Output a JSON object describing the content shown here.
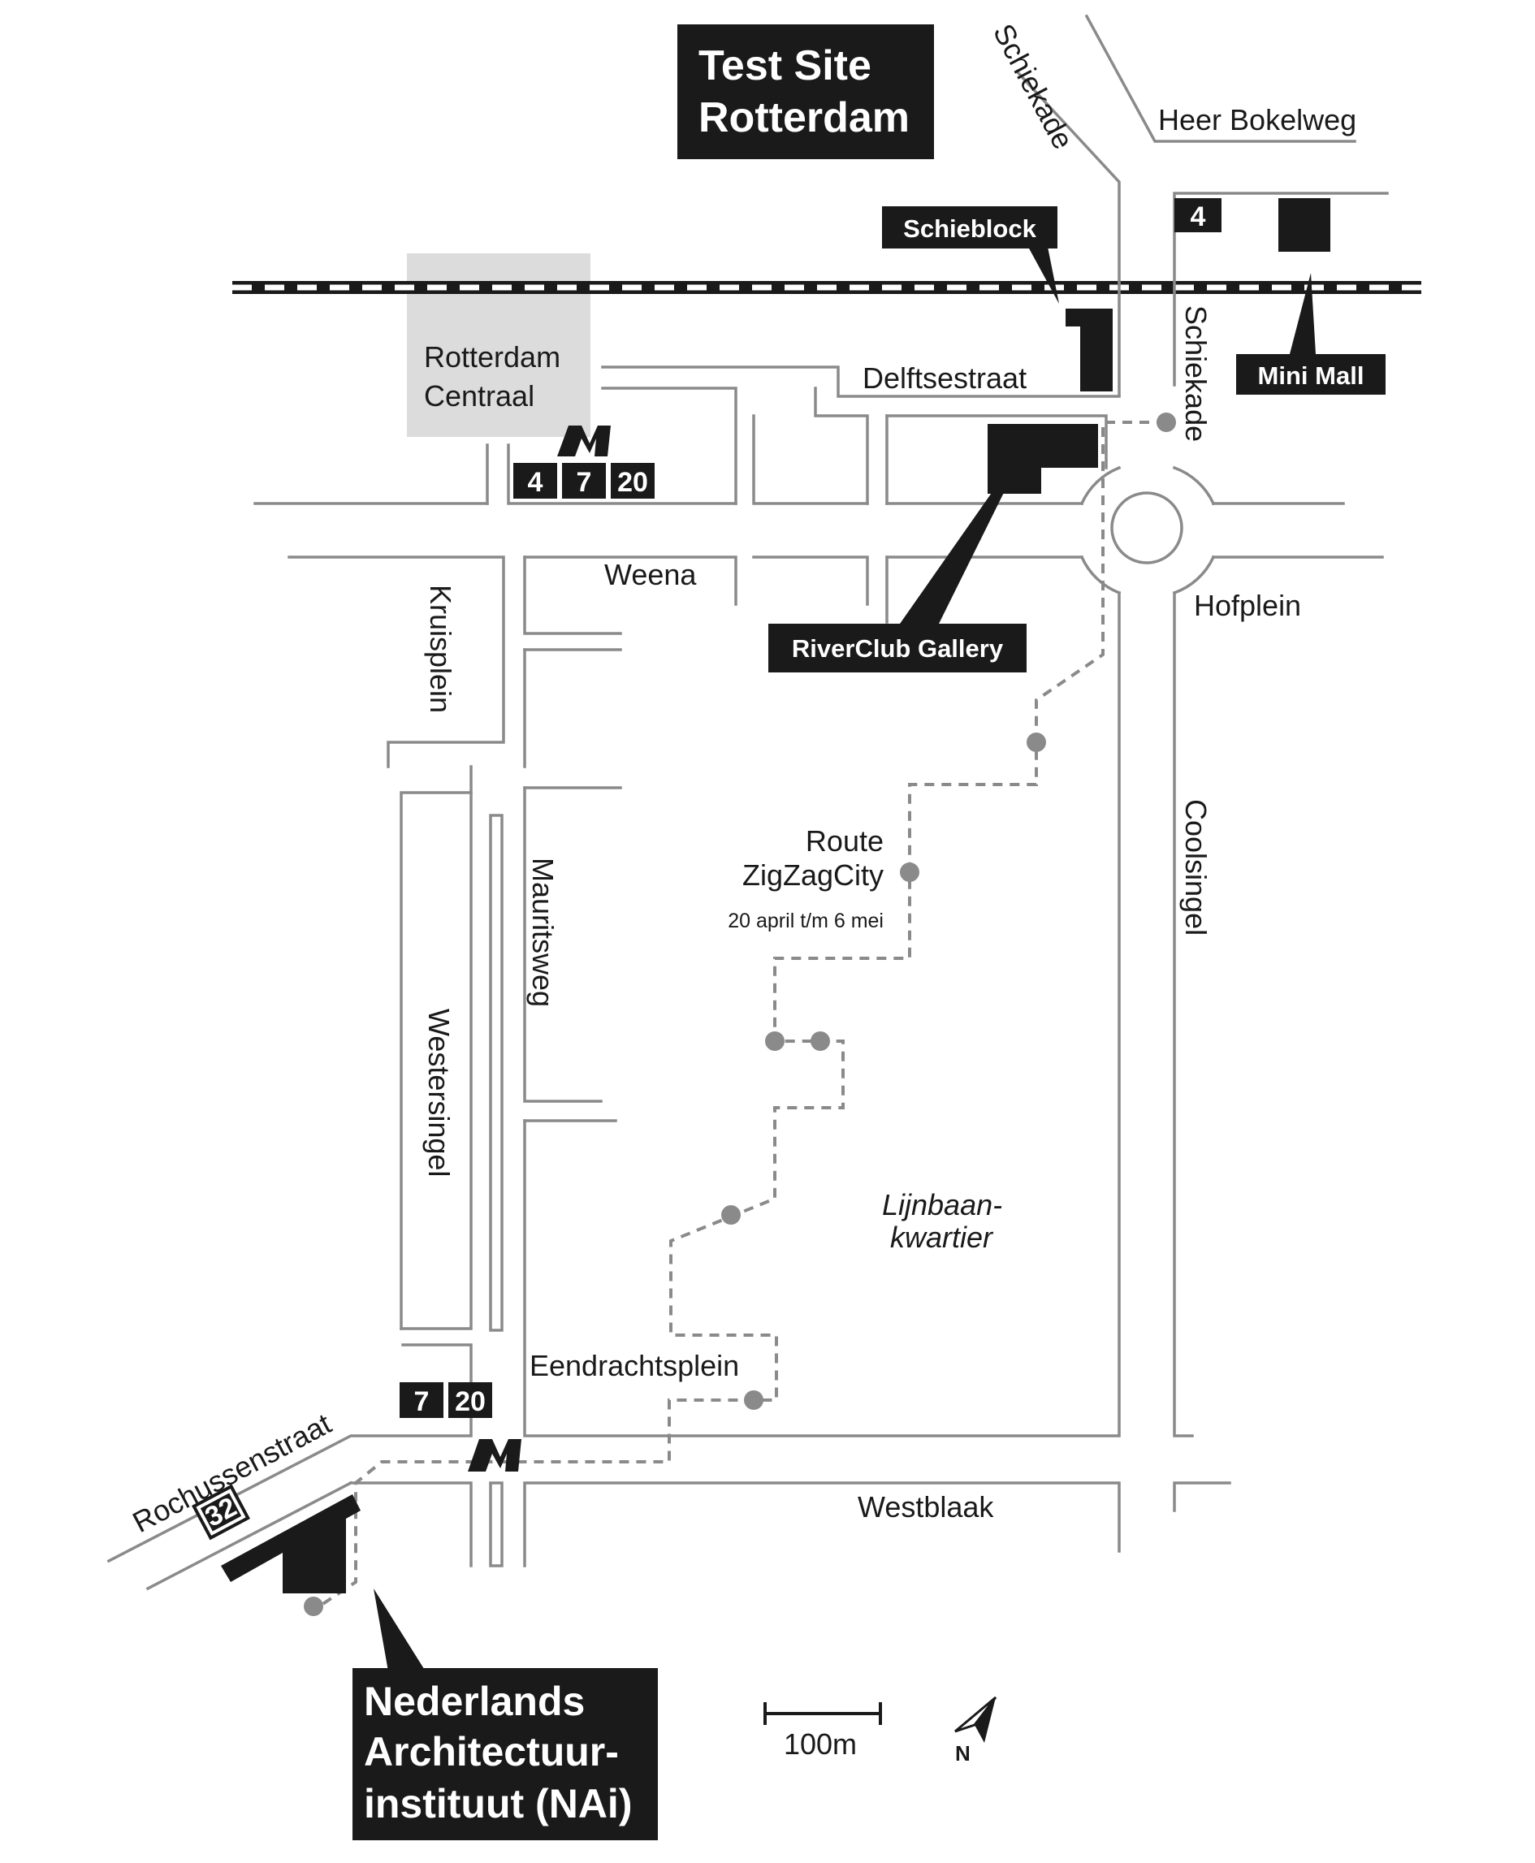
{
  "title": {
    "line1": "Test Site",
    "line2": "Rotterdam"
  },
  "locations": {
    "schieblock": "Schieblock",
    "mini_mall": "Mini Mall",
    "riverclub": "RiverClub Gallery",
    "nai": {
      "line1": "Nederlands",
      "line2": "Architectuur-",
      "line3": "instituut (NAi)"
    }
  },
  "station": {
    "line1": "Rotterdam",
    "line2": "Centraal"
  },
  "streets": {
    "schiekade_top": "Schiekade",
    "heer_bokelweg": "Heer Bokelweg",
    "delftsestraat": "Delftsestraat",
    "schiekade_right": "Schiekade",
    "weena": "Weena",
    "hofplein": "Hofplein",
    "kruisplein": "Kruisplein",
    "mauritsweg": "Mauritsweg",
    "westersingel": "Westersingel",
    "coolsingel": "Coolsingel",
    "eendrachtsplein": "Eendrachtsplein",
    "westblaak": "Westblaak",
    "rochussenstraat": "Rochussenstraat"
  },
  "district": {
    "line1": "Lijnbaan-",
    "line2": "kwartier"
  },
  "route": {
    "line1": "Route",
    "line2": "ZigZagCity",
    "dates": "20 april t/m 6 mei"
  },
  "transit": {
    "metro_symbol": "M",
    "centraal_lines": [
      "4",
      "7",
      "20"
    ],
    "eendracht_lines": [
      "7",
      "20"
    ],
    "top_right_line": "4",
    "bus_line": "32"
  },
  "scale": {
    "label": "100m"
  },
  "north": {
    "label": "N"
  },
  "colors": {
    "ink": "#1a1a1a",
    "road": "#8a8a8a",
    "station": "#dcdcdc",
    "background": "#ffffff"
  }
}
